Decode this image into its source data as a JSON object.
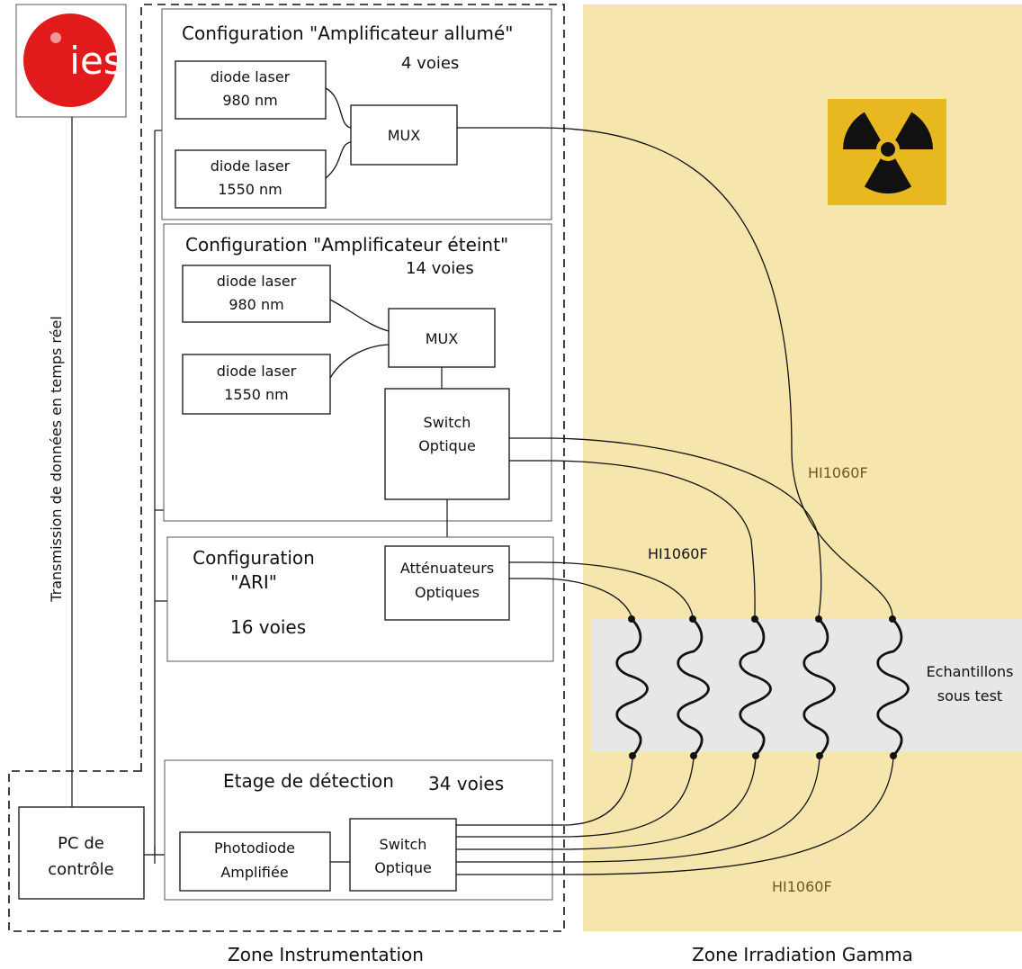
{
  "logo": {
    "text": "ies",
    "color": "#e11b1b"
  },
  "zones": {
    "instrumentation": "Zone Instrumentation",
    "irradiation": "Zone Irradiation Gamma",
    "irradiation_color": "#f6e6ae",
    "samples_color": "#e7e7e6"
  },
  "transmission_label": "Transmission de données en temps réel",
  "pc": {
    "line1": "PC de",
    "line2": "contrôle"
  },
  "config_on": {
    "title": "Configuration \"Amplificateur allumé\"",
    "channels": "4 voies",
    "laser1": {
      "line1": "diode laser",
      "line2": "980 nm"
    },
    "laser2": {
      "line1": "diode laser",
      "line2": "1550 nm"
    },
    "mux": "MUX"
  },
  "config_off": {
    "title": "Configuration \"Amplificateur éteint\"",
    "channels": "14 voies",
    "laser1": {
      "line1": "diode laser",
      "line2": "980 nm"
    },
    "laser2": {
      "line1": "diode laser",
      "line2": "1550 nm"
    },
    "mux": "MUX",
    "switch": {
      "line1": "Switch",
      "line2": "Optique"
    }
  },
  "config_ari": {
    "title_line1": "Configuration",
    "title_line2": "\"ARI\"",
    "channels": "16 voies",
    "attenuator": {
      "line1": "Atténuateurs",
      "line2": "Optiques"
    }
  },
  "detection": {
    "title": "Etage de détection",
    "channels": "34 voies",
    "photodiode": {
      "line1": "Photodiode",
      "line2": "Amplifiée"
    },
    "switch": {
      "line1": "Switch",
      "line2": "Optique"
    }
  },
  "fiber_labels": {
    "top": "HI1060F",
    "middle": "HI1060F",
    "bottom": "HI1060F"
  },
  "samples": {
    "line1": "Echantillons",
    "line2": "sous test"
  },
  "hazard_icon": "radiation-hazard-icon",
  "hazard_color": "#e8b820"
}
